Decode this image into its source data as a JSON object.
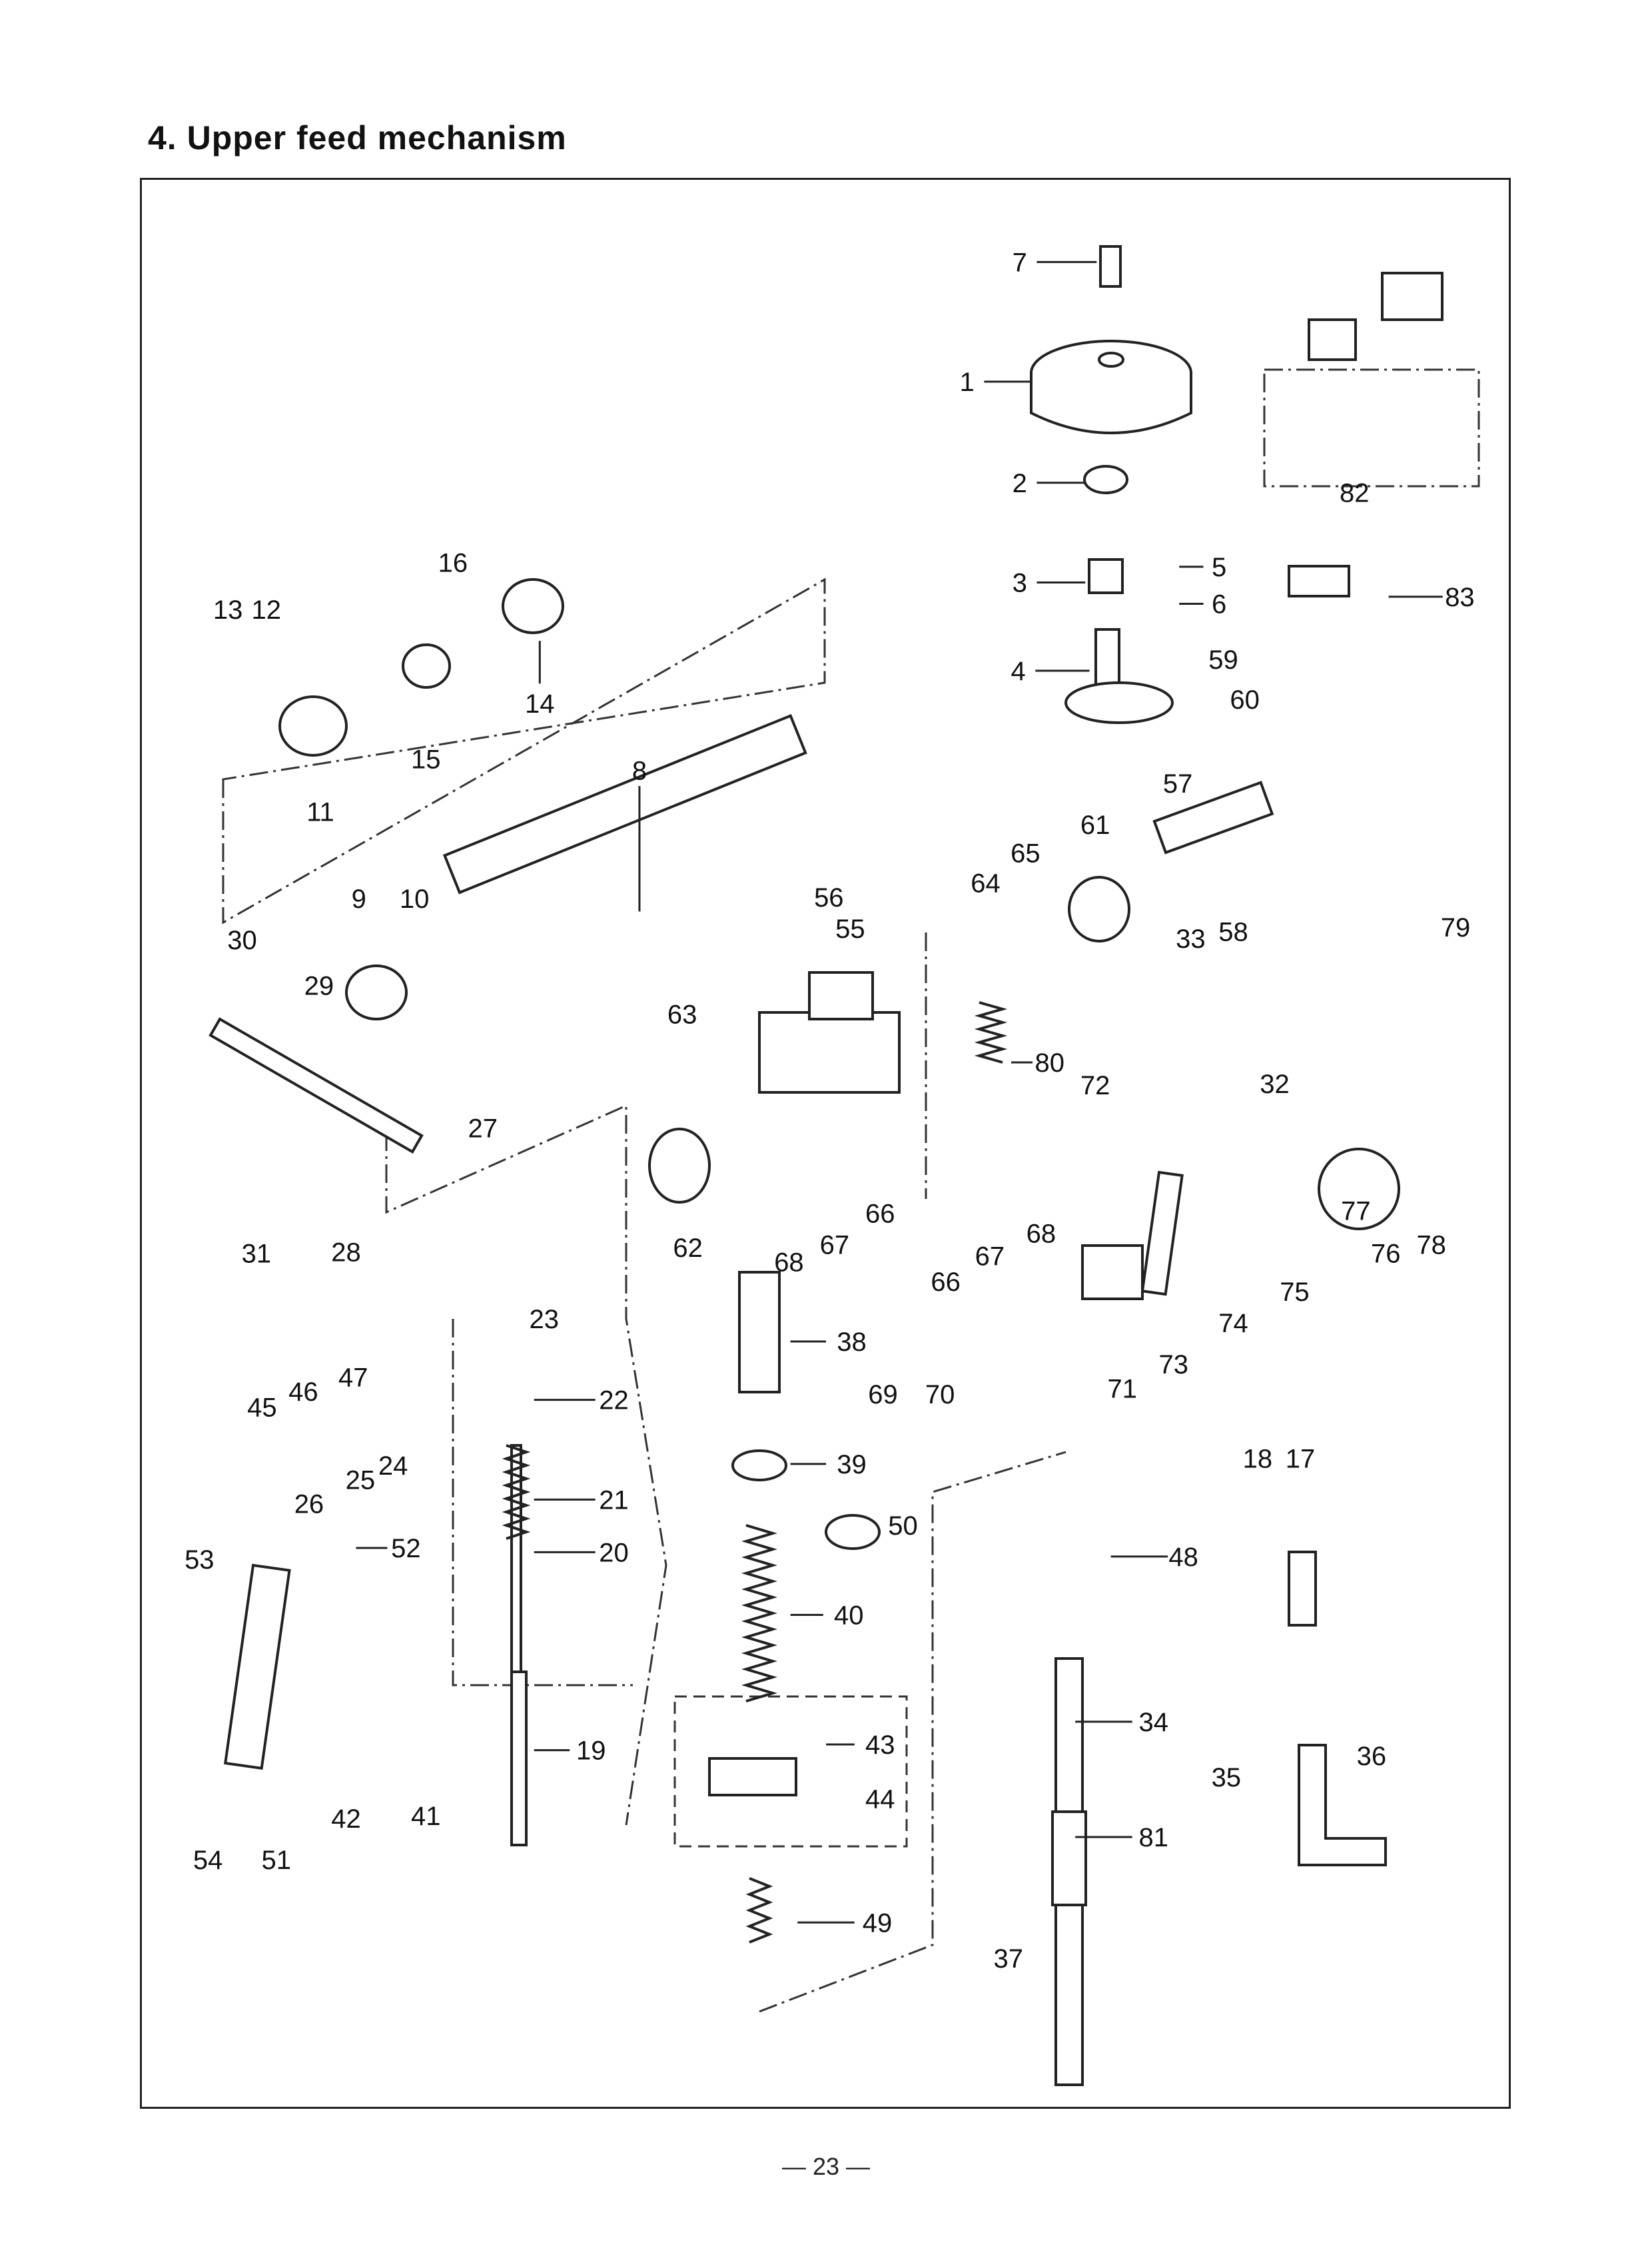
{
  "page": {
    "title": "4. Upper feed mechanism",
    "page_number": "— 23 —"
  },
  "diagram": {
    "labels": [
      "7",
      "1",
      "2",
      "3",
      "4",
      "5",
      "6",
      "82",
      "83",
      "59",
      "60",
      "57",
      "61",
      "65",
      "64",
      "56",
      "55",
      "58",
      "33",
      "79",
      "63",
      "80",
      "72",
      "32",
      "27",
      "66",
      "68",
      "67",
      "62",
      "66",
      "67",
      "68",
      "77",
      "76",
      "78",
      "75",
      "74",
      "73",
      "71",
      "69",
      "70",
      "38",
      "39",
      "50",
      "48",
      "18",
      "17",
      "40",
      "34",
      "35",
      "36",
      "43",
      "44",
      "81",
      "49",
      "37",
      "9",
      "10",
      "30",
      "29",
      "31",
      "28",
      "23",
      "47",
      "46",
      "45",
      "22",
      "24",
      "25",
      "26",
      "21",
      "20",
      "52",
      "53",
      "19",
      "42",
      "41",
      "54",
      "51",
      "13",
      "12",
      "16",
      "14",
      "15",
      "11",
      "8"
    ]
  }
}
